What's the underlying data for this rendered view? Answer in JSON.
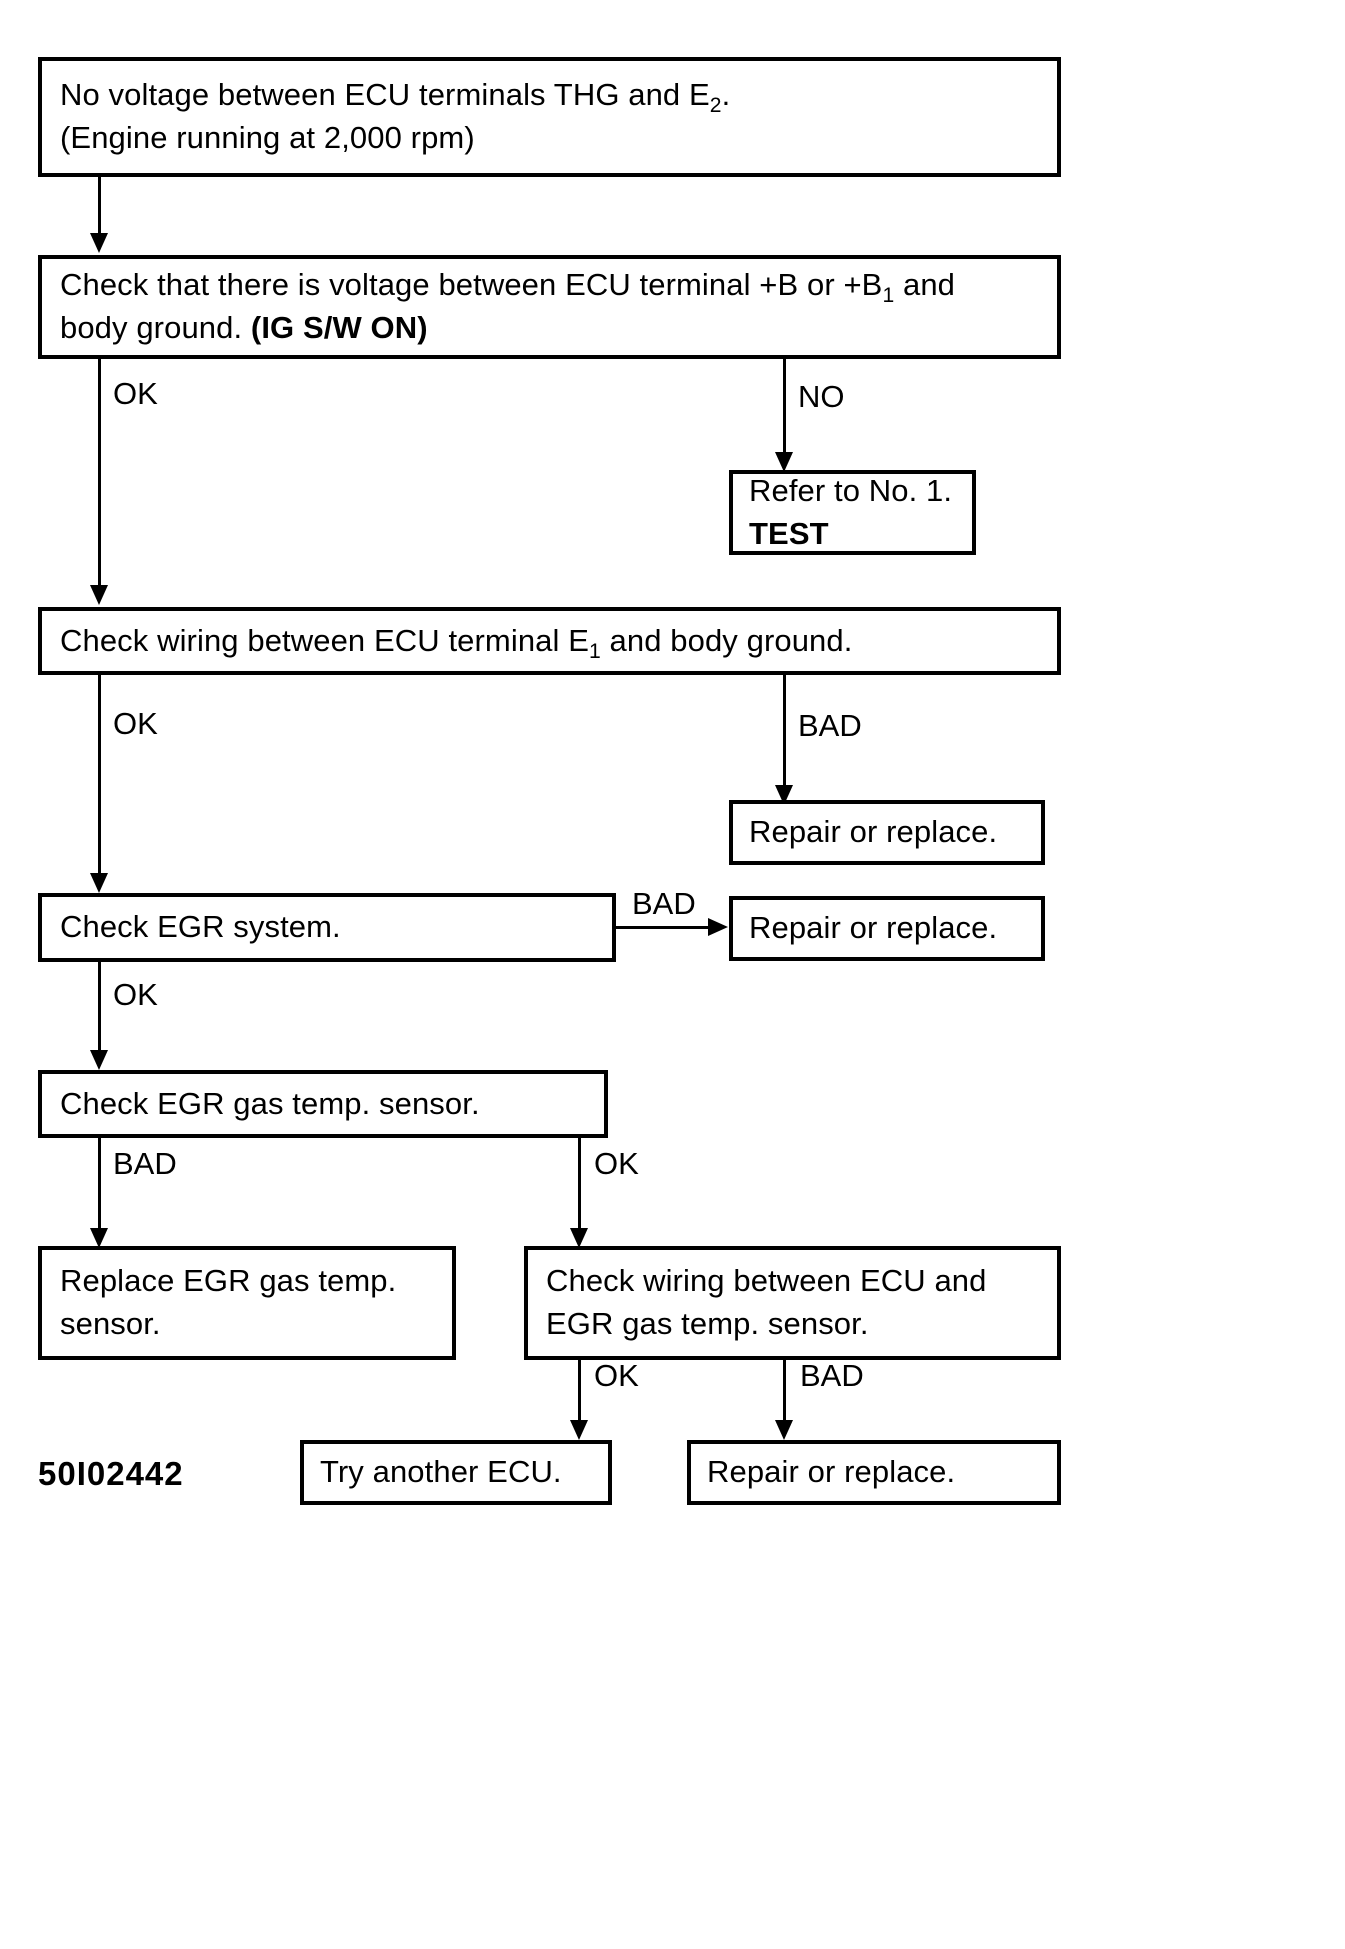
{
  "diagram": {
    "title": "EGR gas temp. sensor circuit troubleshooting flowchart",
    "figure_id": "50I02442",
    "ink_color": "#000000",
    "background_color": "#ffffff"
  },
  "nodes": {
    "start": {
      "line1_a": "No voltage between ECU terminals THG and E",
      "line1_sub": "2",
      "line1_b": ".",
      "line2": "(Engine running at 2,000 rpm)"
    },
    "check_b_voltage": {
      "line1_a": "Check that there is voltage between ECU terminal +B or +B",
      "line1_sub": "1",
      "line1_b": " and",
      "line2_a": "body ground.  ",
      "line2_b": "(IG S/W ON)"
    },
    "refer_test": {
      "line1": "Refer to No. 1.",
      "line2": "TEST"
    },
    "check_e1_wiring": {
      "line1_a": "Check wiring between ECU terminal E",
      "line1_sub": "1",
      "line1_b": "  and body ground."
    },
    "repair_replace_1": {
      "line1": "Repair or replace."
    },
    "check_egr_system": {
      "line1": "Check EGR system."
    },
    "repair_replace_2": {
      "line1": "Repair or replace."
    },
    "check_egr_sensor": {
      "line1": "Check EGR gas temp. sensor."
    },
    "replace_sensor": {
      "line1": "Replace EGR gas temp.",
      "line2": "sensor."
    },
    "check_sensor_wiring": {
      "line1": "Check wiring between ECU and",
      "line2": "EGR gas temp. sensor."
    },
    "try_another_ecu": {
      "line1": "Try another ECU."
    },
    "repair_replace_3": {
      "line1": "Repair or replace."
    }
  },
  "branch_labels": {
    "ok_1": "OK",
    "no_1": "NO",
    "ok_2": "OK",
    "bad_1": "BAD",
    "ok_3": "OK",
    "bad_2": "BAD",
    "bad_3": "BAD",
    "ok_4": "OK",
    "ok_5": "OK",
    "bad_4": "BAD"
  }
}
